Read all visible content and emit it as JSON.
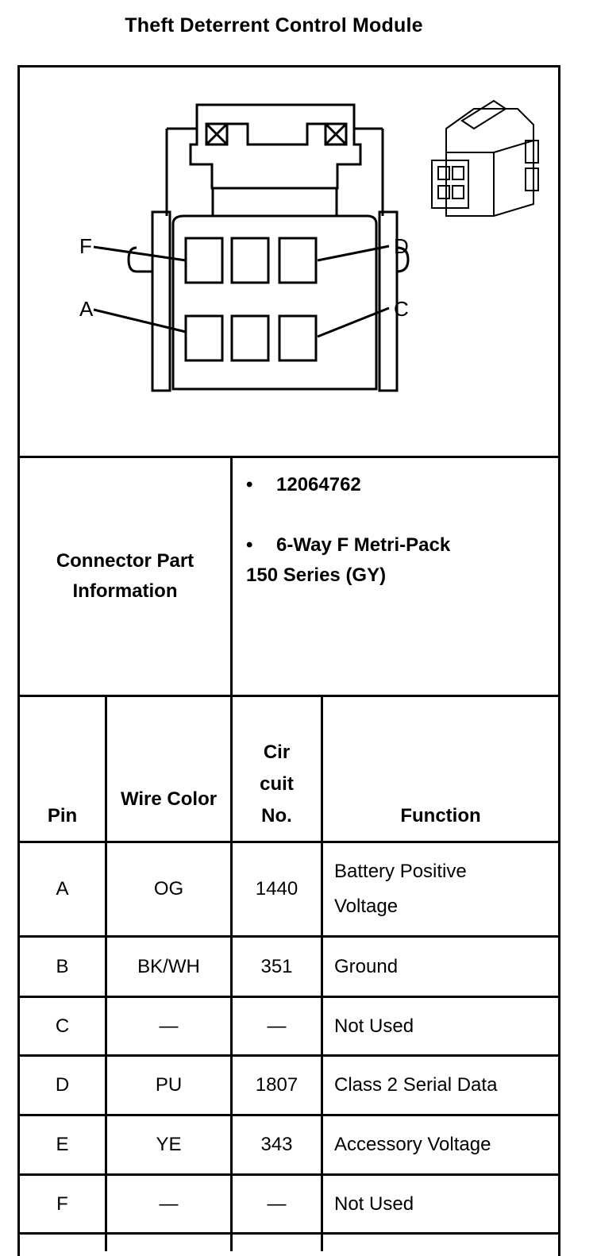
{
  "title": "Theft Deterrent Control Module",
  "diagram": {
    "pin_labels": {
      "F": "F",
      "D": "D",
      "A": "A",
      "C": "C"
    }
  },
  "connector_info": {
    "label": "Connector Part Information",
    "items": [
      "12064762",
      "6-Way F Metri-Pack",
      "150 Series (GY)"
    ]
  },
  "table": {
    "headers": {
      "pin": "Pin",
      "wire_color": "Wire Color",
      "circuit": "Cir cuit No.",
      "function": "Function"
    },
    "rows": [
      {
        "pin": "A",
        "wire_color": "OG",
        "circuit": "1440",
        "function": "Battery Positive Voltage"
      },
      {
        "pin": "B",
        "wire_color": "BK/WH",
        "circuit": "351",
        "function": "Ground"
      },
      {
        "pin": "C",
        "wire_color": "—",
        "circuit": "—",
        "function": "Not Used"
      },
      {
        "pin": "D",
        "wire_color": "PU",
        "circuit": "1807",
        "function": "Class 2 Serial Data"
      },
      {
        "pin": "E",
        "wire_color": "YE",
        "circuit": "343",
        "function": "Accessory Voltage"
      },
      {
        "pin": "F",
        "wire_color": "—",
        "circuit": "—",
        "function": "Not Used"
      }
    ]
  }
}
